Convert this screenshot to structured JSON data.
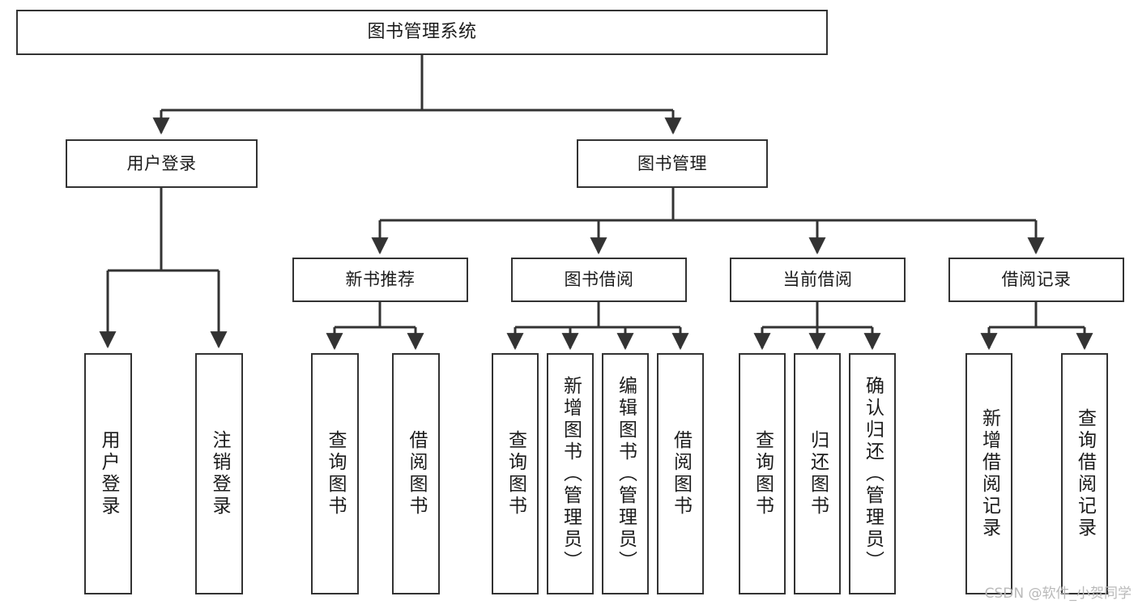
{
  "diagram": {
    "title": "图书管理系统",
    "type": "tree-hierarchy-chart",
    "colors": {
      "box_border": "#333333",
      "box_fill": "#ffffff",
      "edge": "#333333",
      "text": "#1b1b1b",
      "watermark": "#b9b9b9"
    },
    "root": {
      "label": "图书管理系统"
    },
    "level1": [
      {
        "label": "用户登录"
      },
      {
        "label": "图书管理"
      }
    ],
    "level2": [
      {
        "label": "新书推荐"
      },
      {
        "label": "图书借阅"
      },
      {
        "label": "当前借阅"
      },
      {
        "label": "借阅记录"
      }
    ],
    "leaves": {
      "user_login": [
        {
          "label": "用户登录"
        },
        {
          "label": "注销登录"
        }
      ],
      "new_book_recommend": [
        {
          "label": "查询图书"
        },
        {
          "label": "借阅图书"
        }
      ],
      "book_borrow": [
        {
          "label": "查询图书"
        },
        {
          "label": "新增图书（管理员）"
        },
        {
          "label": "编辑图书（管理员）"
        },
        {
          "label": "借阅图书"
        }
      ],
      "current_borrow": [
        {
          "label": "查询图书"
        },
        {
          "label": "归还图书"
        },
        {
          "label": "确认归还（管理员）"
        }
      ],
      "borrow_record": [
        {
          "label": "新增借阅记录"
        },
        {
          "label": "查询借阅记录"
        }
      ]
    },
    "watermark": "CSDN @软件_小贺同学"
  }
}
